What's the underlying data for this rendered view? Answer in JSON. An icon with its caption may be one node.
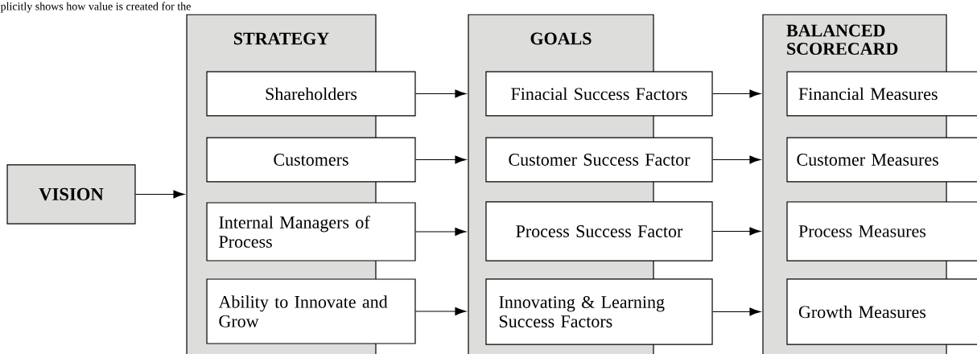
{
  "diagram": {
    "nodes": [
      {
        "text": [
          "VISION"
        ]
      },
      {
        "text": [
          "STRATEGY"
        ]
      },
      {
        "text": [
          "Shareholders"
        ]
      },
      {
        "text": [
          "Customers"
        ]
      },
      {
        "text": [
          "Internal Managers of Process"
        ]
      },
      {
        "text": [
          "Ability to Innovate and Grow"
        ]
      },
      {
        "text": [
          "GOALS"
        ]
      },
      {
        "text": [
          "Finacial Success Factors"
        ]
      },
      {
        "text": [
          "Customer Success Factor"
        ]
      },
      {
        "text": [
          "Process Success Factor"
        ]
      },
      {
        "text": [
          "Innovating & Learning Success Factors"
        ]
      },
      {
        "text": [
          "BALANCED SCORECARD"
        ]
      },
      {
        "text": [
          "Financial Measures"
        ]
      },
      {
        "text": [
          "Customer Measures"
        ]
      },
      {
        "text": [
          "Process Measures"
        ]
      },
      {
        "text": [
          "Growth Measures"
        ]
      }
    ],
    "edges": [
      {
        "from": 0,
        "to": 1,
        "arrow": "to"
      },
      {
        "from": 2,
        "to": 6,
        "arrow": "to"
      },
      {
        "from": 3,
        "to": 6,
        "arrow": "to"
      },
      {
        "from": 4,
        "to": 6,
        "arrow": "to"
      },
      {
        "from": 5,
        "to": 6,
        "arrow": "to"
      },
      {
        "from": 7,
        "to": 11,
        "arrow": "to"
      },
      {
        "from": 8,
        "to": 11,
        "arrow": "to"
      },
      {
        "from": 9,
        "to": 11,
        "arrow": "to"
      },
      {
        "from": 10,
        "to": 11,
        "arrow": "to"
      }
    ],
    "labels": [
      "plicitly shows how value is created for the"
    ]
  }
}
